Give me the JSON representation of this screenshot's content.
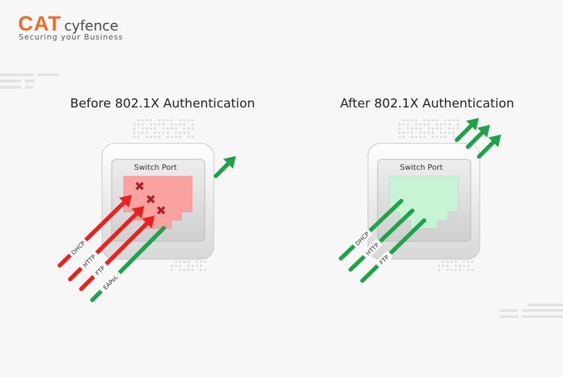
{
  "brand": {
    "logo_text": "CAT",
    "logo_word": "cyfence",
    "tagline": "Securing your Business"
  },
  "colors": {
    "accent": "#ec6b2d",
    "blocked": "#e8231f",
    "allowed": "#1fa24a",
    "blocked_fill": "#f9a2a0",
    "allowed_fill": "#c6f4d4",
    "x_mark": "#b0202a"
  },
  "before": {
    "title": "Before 802.1X Authentication",
    "port_label": "Switch Port",
    "blocked_protocols": [
      "DHCP",
      "HTTP",
      "FTP"
    ],
    "allowed_protocols": [
      "EAPoL"
    ],
    "blocked_icon": "x-mark-icon"
  },
  "after": {
    "title": "After 802.1X Authentication",
    "port_label": "Switch Port",
    "allowed_protocols": [
      "DHCP",
      "HTTP",
      "FTP"
    ]
  }
}
